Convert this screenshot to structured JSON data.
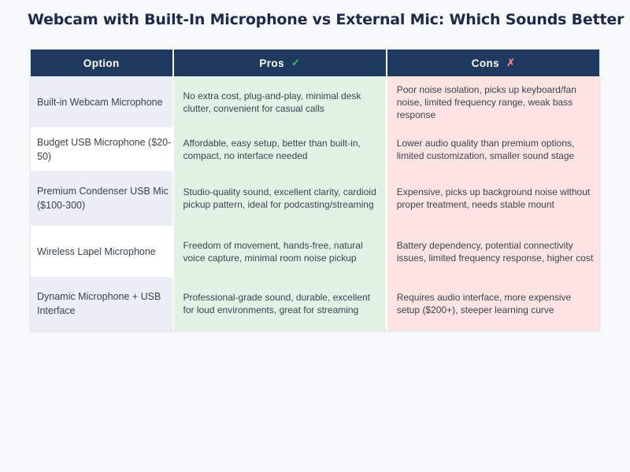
{
  "page": {
    "title": "Webcam with Built-In Microphone vs External Mic: Which Sounds Better"
  },
  "table": {
    "header": {
      "option": "Option",
      "pros": "Pros",
      "pros_icon": "✓",
      "cons": "Cons",
      "cons_icon": "✗"
    },
    "rows": [
      {
        "option": "Built-in Webcam Microphone",
        "pros": "No extra cost, plug-and-play, minimal desk clutter, convenient for casual calls",
        "cons": "Poor noise isolation, picks up keyboard/fan noise, limited frequency range, weak bass response"
      },
      {
        "option": "Budget USB Microphone ($20-50)",
        "pros": "Affordable, easy setup, better than built-in, compact, no interface needed",
        "cons": "Lower audio quality than premium options, limited customization, smaller sound stage"
      },
      {
        "option": "Premium Condenser USB Mic ($100-300)",
        "pros": "Studio-quality sound, excellent clarity, cardioid pickup pattern, ideal for podcasting/streaming",
        "cons": "Expensive, picks up background noise without proper treatment, needs stable mount"
      },
      {
        "option": "Wireless Lapel Microphone",
        "pros": "Freedom of movement, hands-free, natural voice capture, minimal room noise pickup",
        "cons": "Battery dependency, potential connectivity issues, limited frequency response, higher cost"
      },
      {
        "option": "Dynamic Microphone + USB Interface",
        "pros": "Professional-grade sound, durable, excellent for loud environments, great for streaming",
        "cons": "Requires audio interface, more expensive setup ($200+), steeper learning curve"
      }
    ]
  },
  "colors": {
    "page_background": "#f8f9fb",
    "title_text": "#1c2b4d",
    "header_background": "#1e3a5f",
    "header_text": "#ffffff",
    "option_stripe": "#eceef5",
    "pros_background": "#e2f3e6",
    "cons_background": "#fde4e2",
    "body_text": "#3a4350",
    "check_green": "#43bd86",
    "cross_red": "#ef7f90"
  }
}
